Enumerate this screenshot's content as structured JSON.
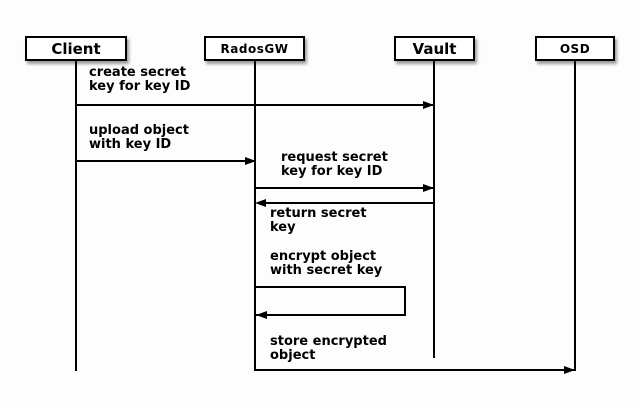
{
  "diagram": {
    "type": "sequence-diagram",
    "colors": {
      "background": "#fdfdfd",
      "box_fill": "#ffffff",
      "line": "#000000",
      "shadow": "#9a9a9a"
    },
    "participants": [
      {
        "name": "Client"
      },
      {
        "name": "RadosGW"
      },
      {
        "name": "Vault"
      },
      {
        "name": "OSD"
      }
    ],
    "messages": [
      {
        "from": "Client",
        "to": "Vault",
        "direction": "right",
        "lines": [
          "create secret",
          "key for key ID"
        ]
      },
      {
        "from": "Client",
        "to": "RadosGW",
        "direction": "right",
        "lines": [
          "upload object",
          "with key ID"
        ]
      },
      {
        "from": "RadosGW",
        "to": "Vault",
        "direction": "right",
        "lines": [
          "request secret",
          "key for key ID"
        ]
      },
      {
        "from": "Vault",
        "to": "RadosGW",
        "direction": "left",
        "lines": [
          "return secret",
          "key"
        ]
      },
      {
        "from": "RadosGW",
        "to": "RadosGW",
        "direction": "self",
        "lines": [
          "encrypt object",
          "with secret key"
        ]
      },
      {
        "from": "RadosGW",
        "to": "OSD",
        "direction": "right",
        "lines": [
          "store encrypted",
          "object"
        ]
      }
    ]
  }
}
